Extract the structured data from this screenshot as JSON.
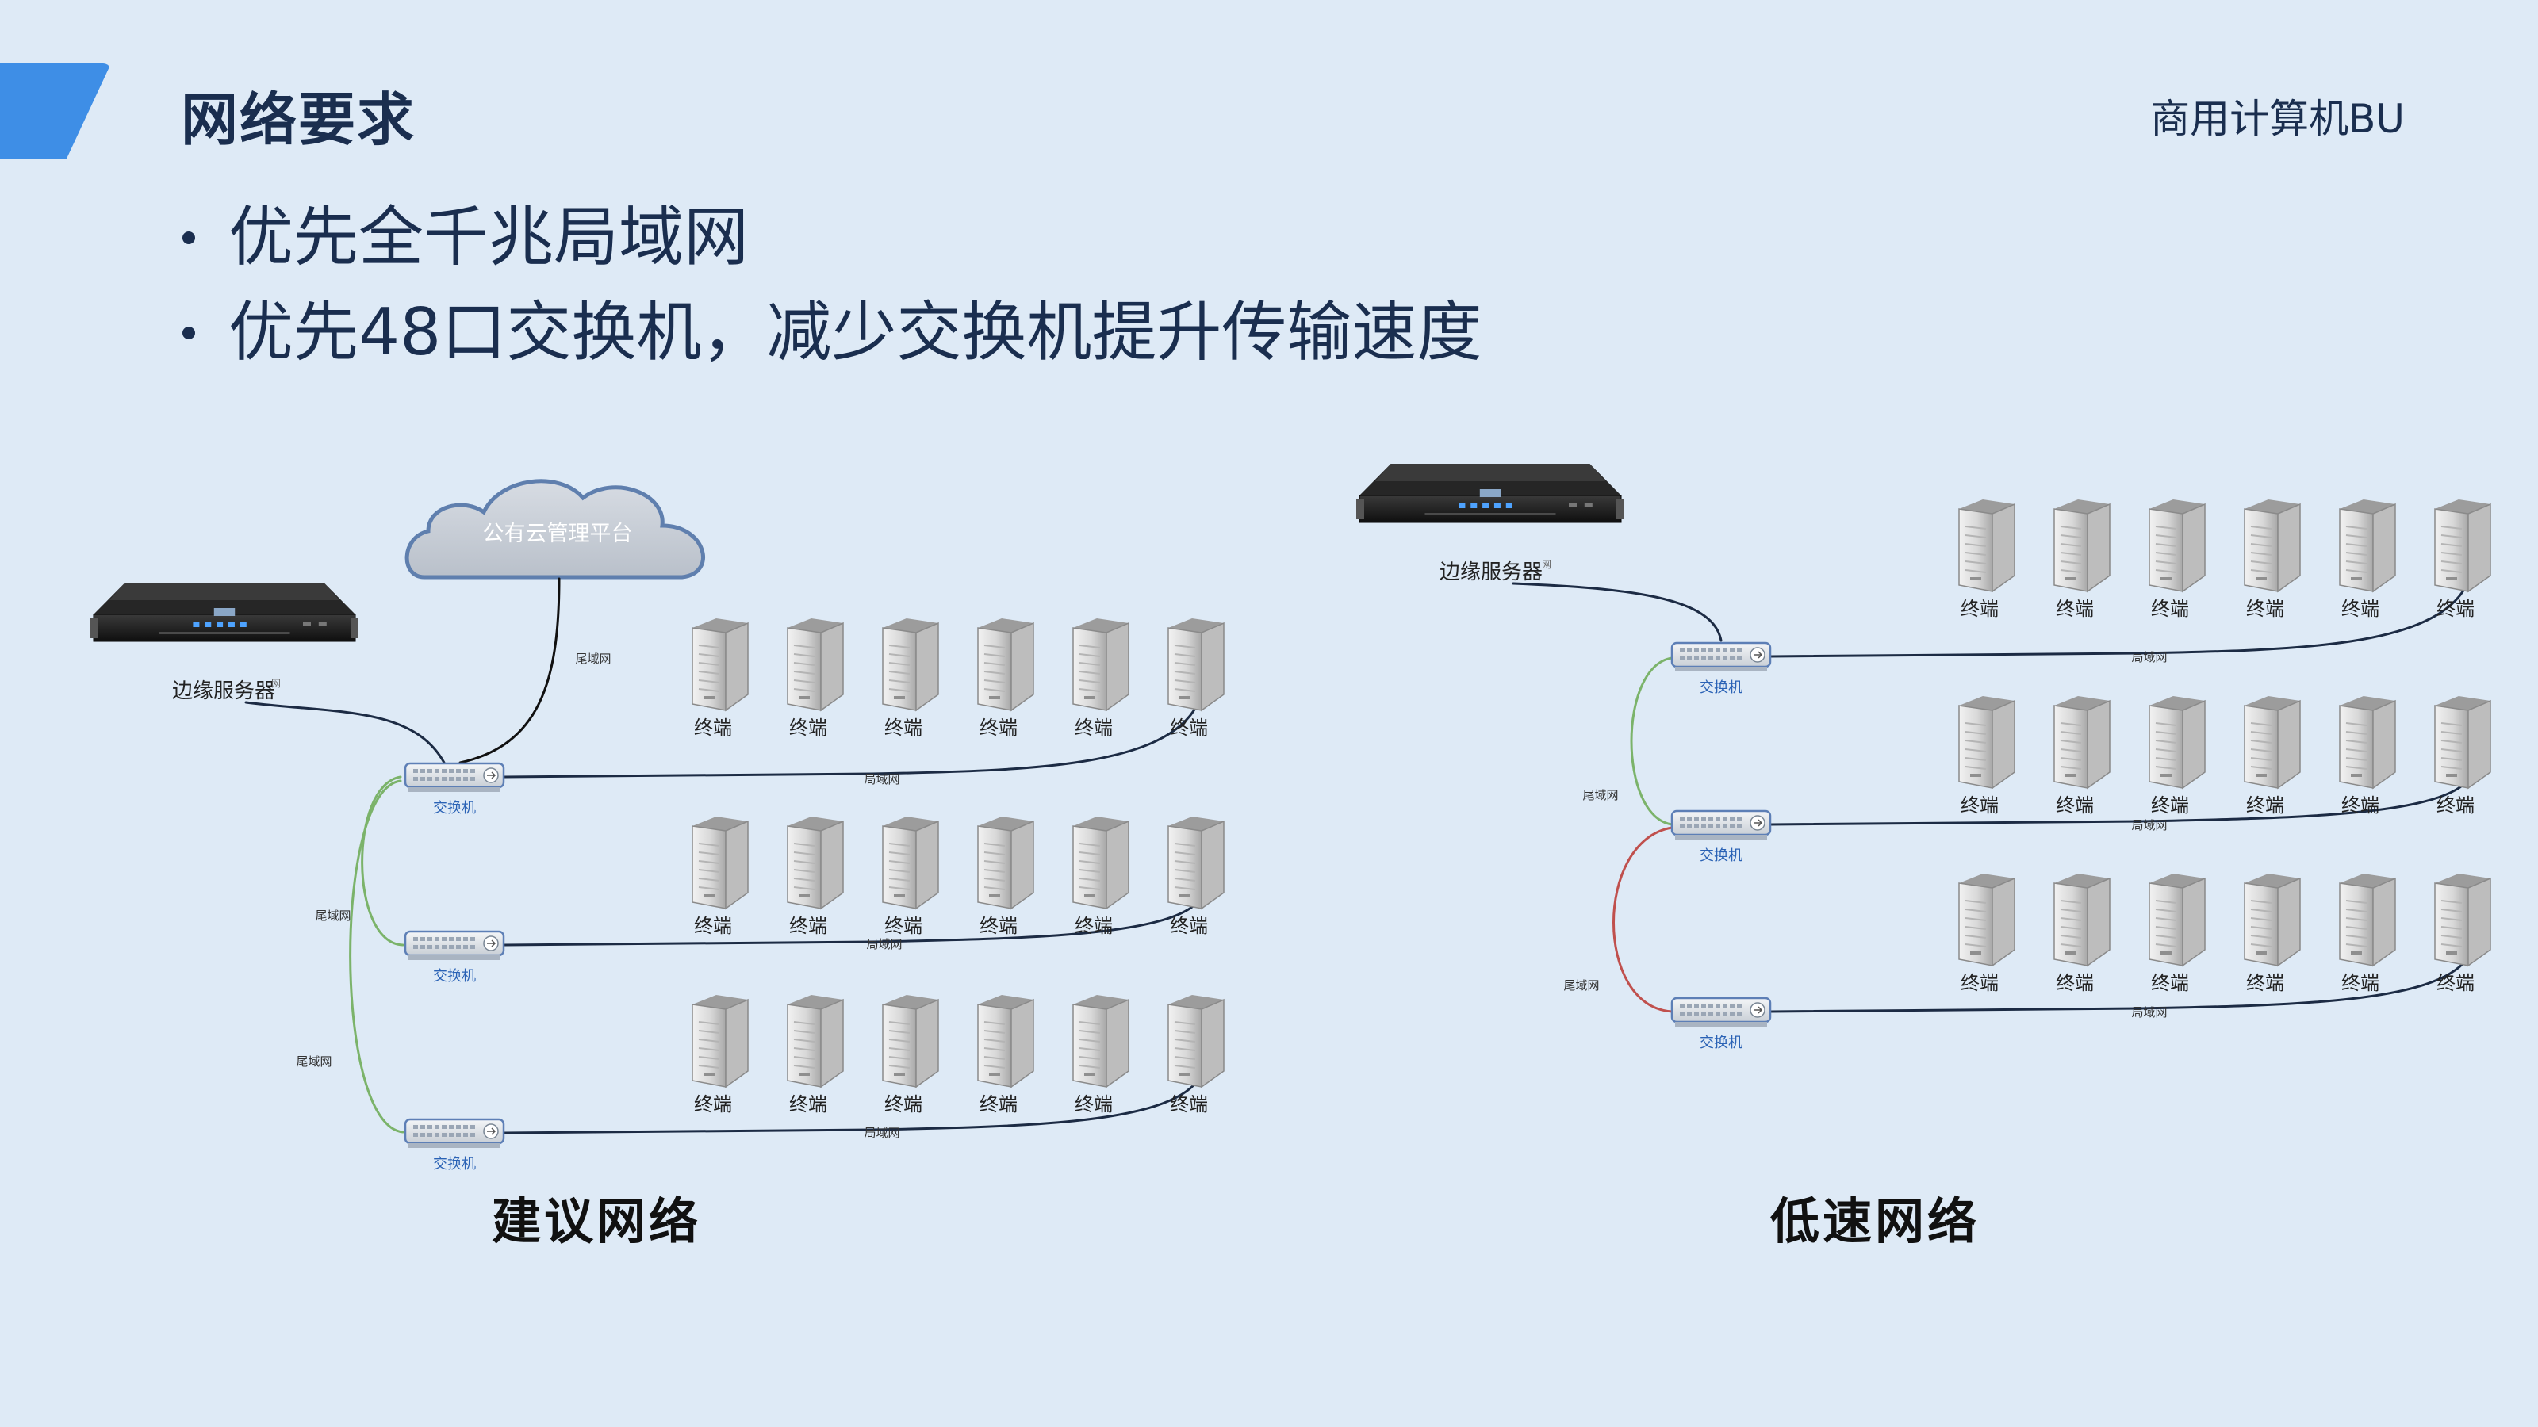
{
  "header": {
    "title": "网络要求",
    "org": "商用计算机BU"
  },
  "bullets": [
    "优先全千兆局域网",
    "优先48口交换机，减少交换机提升传输速度"
  ],
  "labels": {
    "server": "边缘服务器",
    "cloud": "公有云管理平台",
    "switch": "交换机",
    "terminal": "终端",
    "lan": "局域网",
    "wan": "尾域网"
  },
  "captions": {
    "recommended": "建议网络",
    "low_speed": "低速网络"
  },
  "colors": {
    "title": "#1a2e4f",
    "accent": "#3e8ee6",
    "green_link": "#7bb36a",
    "red_link": "#c0504d",
    "dark_link": "#1c2b44"
  }
}
